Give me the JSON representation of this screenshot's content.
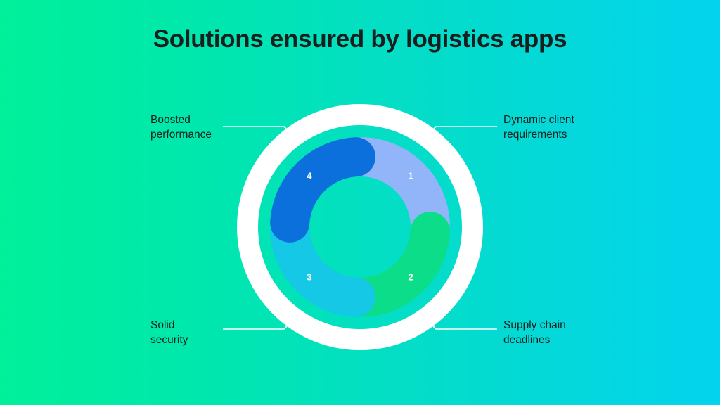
{
  "title": "Solutions ensured by logistics apps",
  "background": {
    "gradient_from": "#00f09a",
    "gradient_to": "#03d3ee",
    "direction": "horizontal"
  },
  "chart_data": {
    "type": "pie",
    "title": "Solutions ensured by logistics apps",
    "variant": "donut",
    "segment_count": 4,
    "equal_segments": true,
    "values": [
      25,
      25,
      25,
      25
    ],
    "categories": [
      "Dynamic client requirements",
      "Supply chain deadlines",
      "Solid security",
      "Boosted performance"
    ],
    "segments": [
      {
        "number": "1",
        "label": "Dynamic client requirements",
        "color": "#92b4f8",
        "value": 25,
        "position": "top-right"
      },
      {
        "number": "2",
        "label": "Supply chain deadlines",
        "color": "#0bdd88",
        "value": 25,
        "position": "bottom-right"
      },
      {
        "number": "3",
        "label": "Solid security",
        "color": "#14c8e6",
        "value": 25,
        "position": "bottom-left"
      },
      {
        "number": "4",
        "label": "Boosted performance",
        "color": "#0b6fdc",
        "value": 25,
        "position": "top-left"
      }
    ],
    "ring_color": "#ffffff",
    "legend": "callout-labels",
    "grid": false
  },
  "labels": {
    "top_left": "Boosted\nperformance",
    "top_right": "Dynamic client\nrequirements",
    "bottom_left": "Solid\nsecurity",
    "bottom_right": "Supply chain\ndeadlines"
  },
  "numbers": {
    "one": "1",
    "two": "2",
    "three": "3",
    "four": "4"
  }
}
